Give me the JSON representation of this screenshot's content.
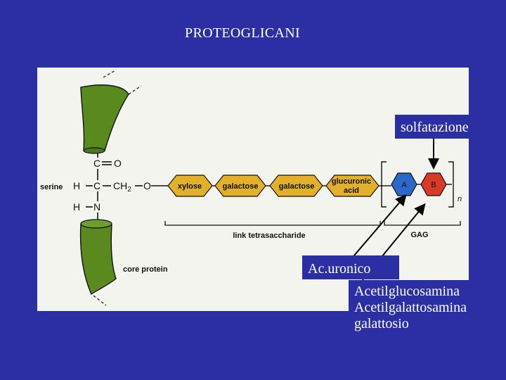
{
  "title": "PROTEOGLICANI",
  "figure": {
    "atoms": {
      "c_top": "C",
      "o_top": "O",
      "h_mid": "H",
      "c_mid": "C",
      "ch2": "CH",
      "ch2_sub": "2",
      "o_link": "O",
      "h_bot": "H",
      "n_bot": "N"
    },
    "serine_label": "serine",
    "core_protein_label": "core protein",
    "sugars": {
      "xylose": "xylose",
      "galactose1": "galactose",
      "galactose2": "galactose",
      "glucuronic_line1": "glucuronic",
      "glucuronic_line2": "acid"
    },
    "gag_units": {
      "a": "A",
      "b": "B"
    },
    "repeat_n": "n",
    "link_label": "link tetrasaccharide",
    "gag_label": "GAG",
    "colors": {
      "protein": "#5a8a1e",
      "sugar_yellow": "#e2b02a",
      "unit_a": "#2a68c9",
      "unit_b": "#d93a28"
    }
  },
  "callouts": {
    "solfatazione": "solfatazione",
    "uronico": "Ac.uronico",
    "list": [
      "Acetilglucosamina",
      "Acetilgalattosamina",
      "galattosio"
    ]
  }
}
